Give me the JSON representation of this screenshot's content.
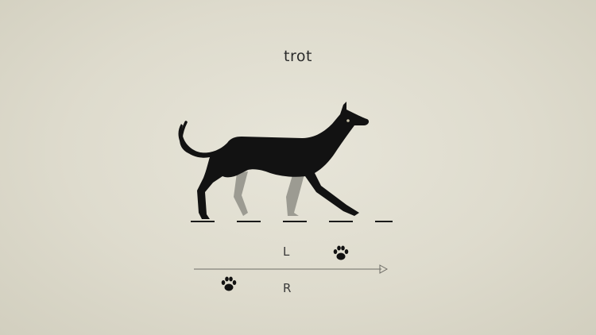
{
  "title": "trot",
  "lanes": {
    "left": "L",
    "right": "R"
  },
  "icons": {
    "paw_left": "paw-print-icon",
    "paw_right": "paw-print-icon",
    "arrow": "arrow-right-icon"
  },
  "colors": {
    "background": "#e2e0d3",
    "silhouette": "#111111",
    "far_legs": "#9a9a90",
    "ground": "#1a1a1a"
  }
}
